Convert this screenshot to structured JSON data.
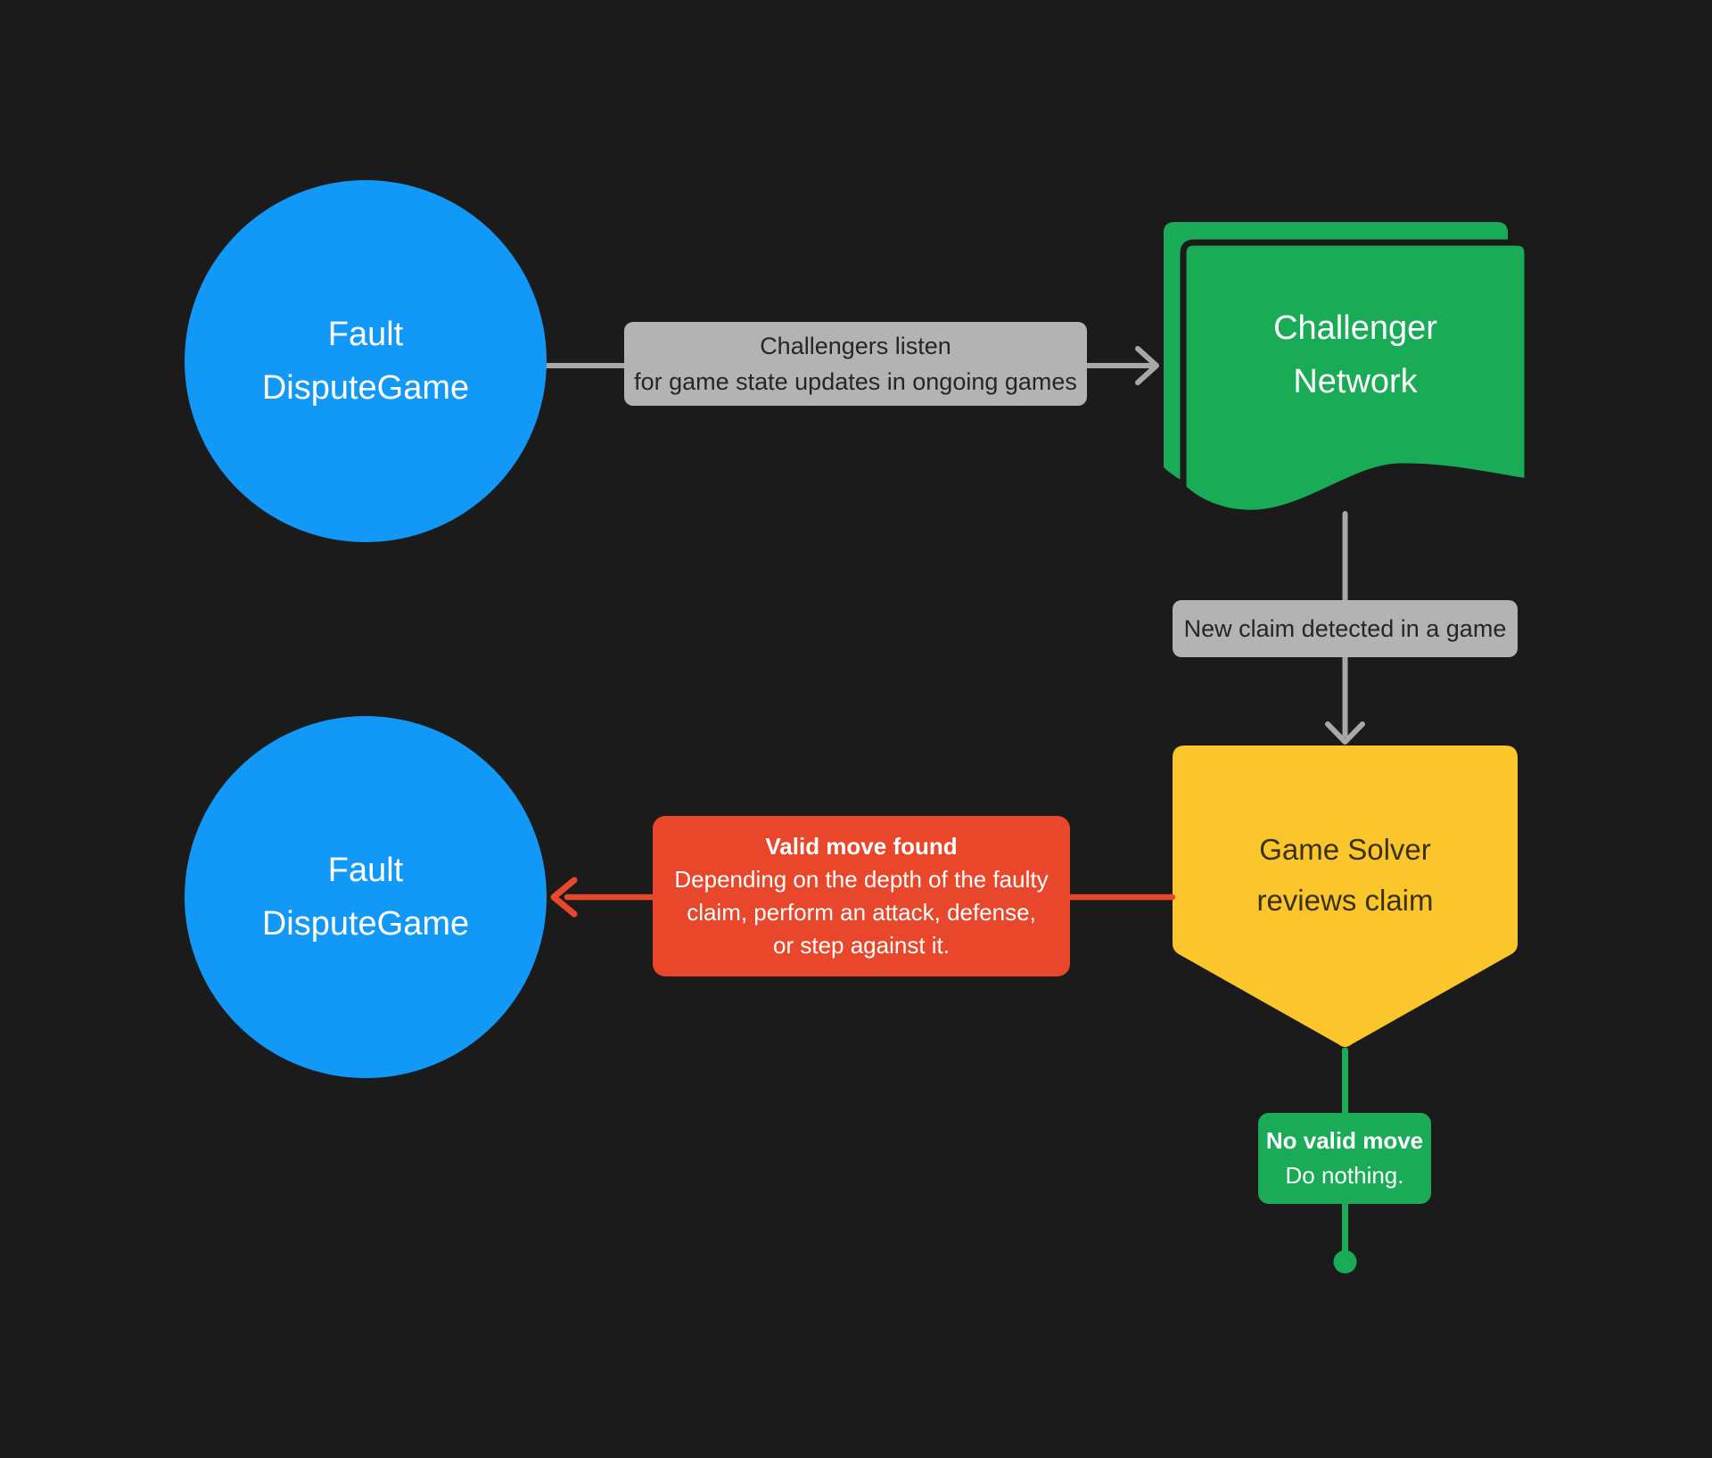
{
  "diagram": {
    "colors": {
      "background": "#1b1b1b",
      "node_blue": "#1299f8",
      "green": "#1aab57",
      "yellow": "#fac62b",
      "red": "#e9472b",
      "label_gray_bg": "#b3b3b3",
      "connector_gray": "#a8a8a8",
      "label_text_dark": "#262626",
      "yellow_text": "#3a3110",
      "white_text": "#ffffff"
    },
    "nodes": {
      "fault_dispute_game_top": {
        "shape": "circle",
        "line1": "Fault",
        "line2": "DisputeGame"
      },
      "challenger_network": {
        "shape": "document-stack",
        "line1": "Challenger",
        "line2": "Network"
      },
      "game_solver": {
        "shape": "shield-pentagon",
        "line1": "Game Solver",
        "line2": "reviews claim"
      },
      "fault_dispute_game_bottom": {
        "shape": "circle",
        "line1": "Fault",
        "line2": "DisputeGame"
      }
    },
    "edges": {
      "listen": {
        "from": "fault_dispute_game_top",
        "to": "challenger_network",
        "line1": "Challengers listen",
        "line2": "for game state updates in ongoing games"
      },
      "new_claim": {
        "from": "challenger_network",
        "to": "game_solver",
        "text": "New claim detected in a game"
      },
      "valid_move": {
        "from": "game_solver",
        "to": "fault_dispute_game_bottom",
        "title": "Valid move found",
        "line1": "Depending on the depth of the faulty",
        "line2": "claim, perform an attack, defense,",
        "line3": "or step against it."
      },
      "no_valid_move": {
        "from": "game_solver",
        "to": "terminal-dot",
        "title": "No valid move",
        "line1": "Do nothing."
      }
    }
  }
}
